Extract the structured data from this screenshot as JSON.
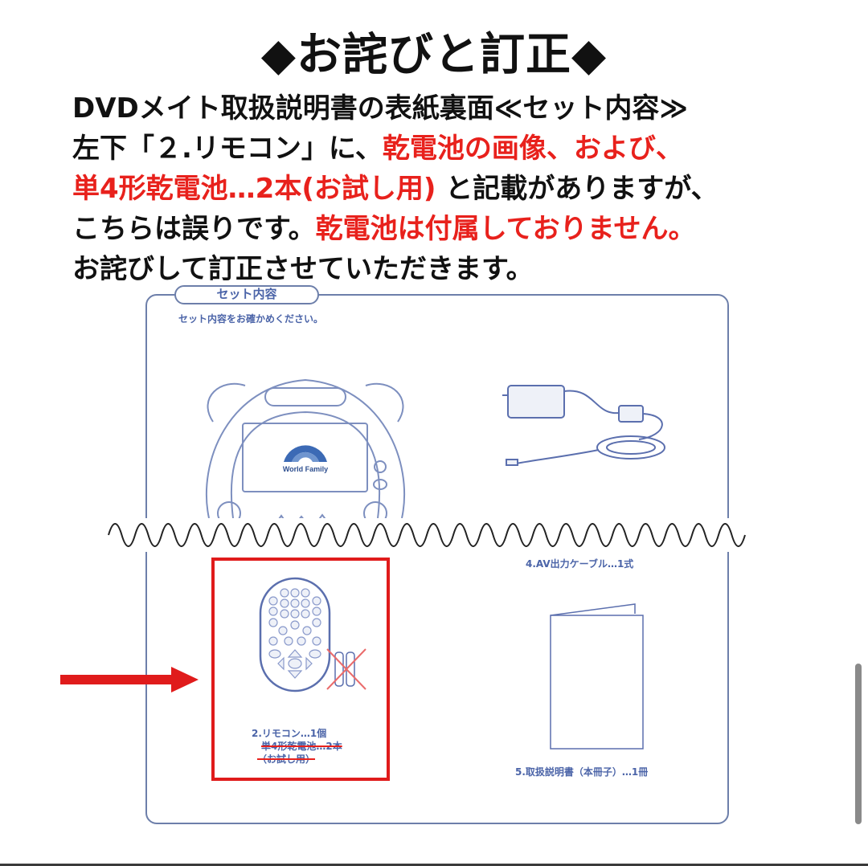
{
  "title": "◆お詫びと訂正◆",
  "notice": {
    "lines": [
      [
        {
          "text": "DVDメイト取扱説明書の表紙裏面≪セット内容≫",
          "color": "black"
        }
      ],
      [
        {
          "text": "左下「２.リモコン」に、",
          "color": "black"
        },
        {
          "text": "乾電池の画像、および、",
          "color": "red"
        }
      ],
      [
        {
          "text": "単4形乾電池…2本(お試し用)",
          "color": "red"
        },
        {
          "text": " と記載がありますが、",
          "color": "black"
        }
      ],
      [
        {
          "text": "こちらは誤りです。",
          "color": "black"
        },
        {
          "text": "乾電池は付属しておりません。",
          "color": "red"
        }
      ],
      [
        {
          "text": "お詫びして訂正させていただきます。",
          "color": "black"
        }
      ]
    ],
    "l1a": "DVDメイト取扱説明書の表紙裏面≪セット内容≫",
    "l2a": "左下「２.リモコン」に、",
    "l2b": "乾電池の画像、および、",
    "l3a": "単4形乾電池…2本(お試し用)",
    "l3b": " と記載がありますが、",
    "l4a": "こちらは誤りです。",
    "l4b": "乾電池は付属しておりません。",
    "l5a": "お詫びして訂正させていただきます。"
  },
  "manual": {
    "section_tab": "セット内容",
    "section_note": "セット内容をお確かめください。",
    "items": [
      {
        "id": "dvd-player",
        "label": "",
        "logo": "World Family"
      },
      {
        "id": "ac-adapter",
        "label": ""
      },
      {
        "id": "remote",
        "label": "2.リモコン…1個",
        "struck_lines": [
          "単4形乾電池…2本",
          "（お試し用）"
        ]
      },
      {
        "id": "av-cable",
        "label": "4.AV出力ケーブル…1式"
      },
      {
        "id": "manual-booklet",
        "label": "5.取扱説明書（本冊子）…1冊"
      }
    ]
  },
  "colors": {
    "accent_red": "#e8211c",
    "manual_blue": "#4b64a8",
    "frame_line": "#6d7faa",
    "text": "#111111"
  }
}
